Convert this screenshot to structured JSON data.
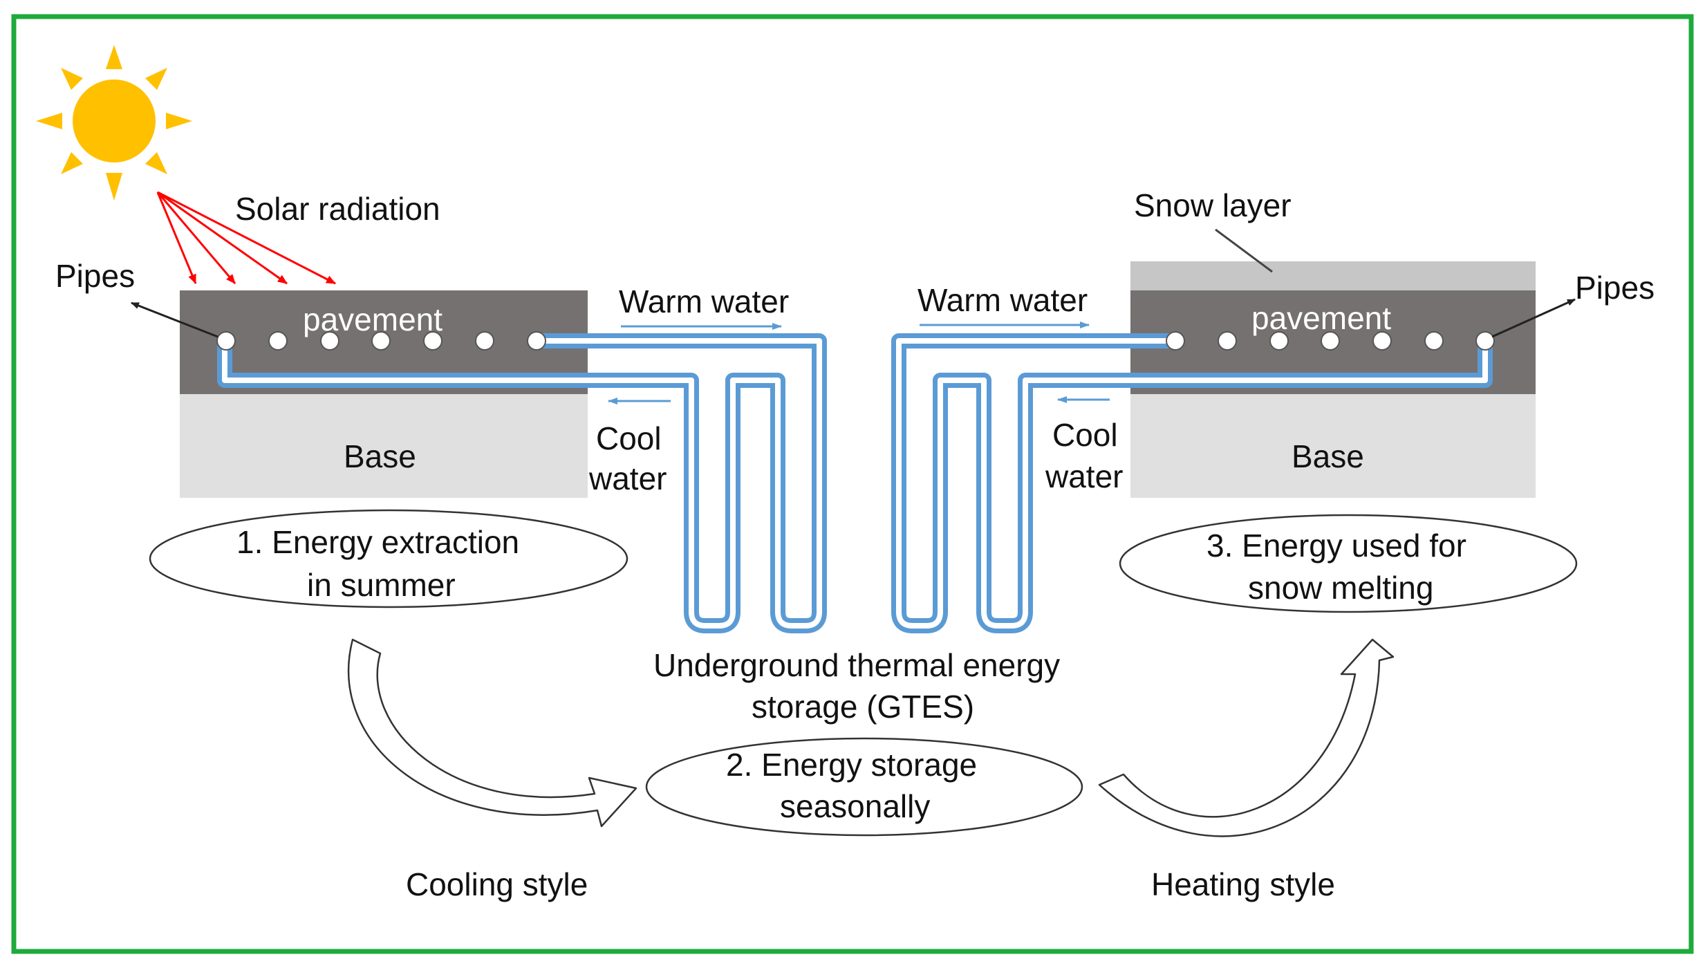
{
  "colors": {
    "frame": "#1faa3c",
    "pavement": "#767171",
    "base": "#e0e0e0",
    "snow": "#c6c6c6",
    "pipe": "#5b9bd5",
    "sun": "#ffc000",
    "solar_arrows": "#ff0000"
  },
  "icons": {
    "sun": "sun-icon",
    "cooling_arrow": "curved-arrow-icon",
    "heating_arrow": "curved-arrow-icon"
  },
  "left": {
    "solar_radiation": "Solar radiation",
    "pipes": "Pipes",
    "pavement": "pavement",
    "base": "Base",
    "warm_water": "Warm water",
    "cool_water": [
      "Cool",
      "water"
    ],
    "stage": [
      "1. Energy extraction",
      "in summer"
    ],
    "style": "Cooling style"
  },
  "right": {
    "snow_layer": "Snow layer",
    "pipes": "Pipes",
    "pavement": "pavement",
    "base": "Base",
    "warm_water": "Warm water",
    "cool_water": [
      "Cool",
      "water"
    ],
    "stage": [
      "3. Energy used for",
      "snow melting"
    ],
    "style": "Heating style"
  },
  "center": {
    "storage": [
      "Underground thermal energy",
      "storage (GTES)"
    ],
    "stage": [
      "2. Energy storage",
      "seasonally"
    ]
  }
}
